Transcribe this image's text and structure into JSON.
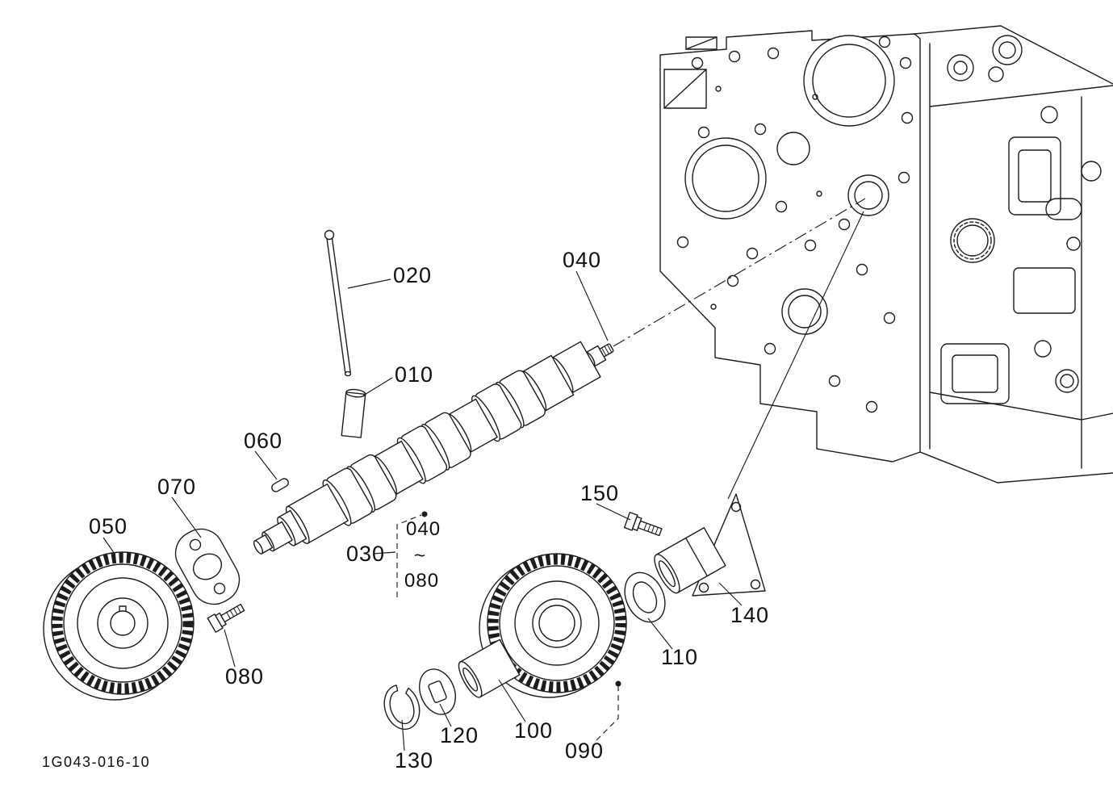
{
  "figure": {
    "code": "1G043-016-10"
  },
  "diagram": {
    "background": "#ffffff",
    "line_color": "#1c1c1c",
    "description_visible_parts": "exploded parts drawing: engine block, camshaft, push rod, tappet, cam gear, idler gear, plate, key, bolts, collar, washers, snap ring, bearing cover"
  },
  "callouts": {
    "p020": "020",
    "p040_top": "040",
    "p010": "010",
    "p060": "060",
    "p070": "070",
    "p050": "050",
    "p030": "030",
    "p040_group": "040",
    "tilde": "~",
    "p080_group": "080",
    "p150": "150",
    "p140": "140",
    "p110": "110",
    "p080": "080",
    "p120": "120",
    "p100": "100",
    "p130": "130",
    "p090": "090"
  }
}
